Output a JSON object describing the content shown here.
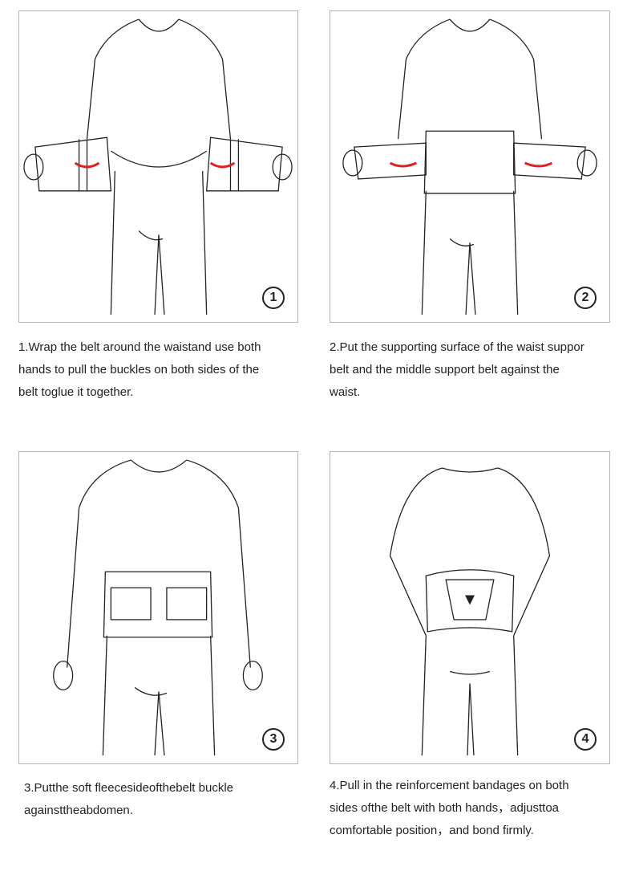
{
  "steps": [
    {
      "number": "1",
      "lines": [
        "1.Wrap the belt around the waistand use both",
        "hands to pull the buckles on both sides of the",
        "belt toglue it together."
      ]
    },
    {
      "number": "2",
      "lines": [
        "2.Put the supporting surface of the waist suppor",
        "belt and the middle support belt against the",
        "waist."
      ]
    },
    {
      "number": "3",
      "lines": [
        "3.Putthe soft fleecesideofthebelt buckle",
        "againsttheabdomen."
      ]
    },
    {
      "number": "4",
      "lines": [
        "4.Pull in the reinforcement bandages on both",
        "sides ofthe belt with both hands，adjusttoa",
        "comfortable position，and bond firmly."
      ]
    }
  ],
  "colors": {
    "arrow": "#e02020",
    "line": "#222222",
    "border": "#b5b5b5"
  }
}
